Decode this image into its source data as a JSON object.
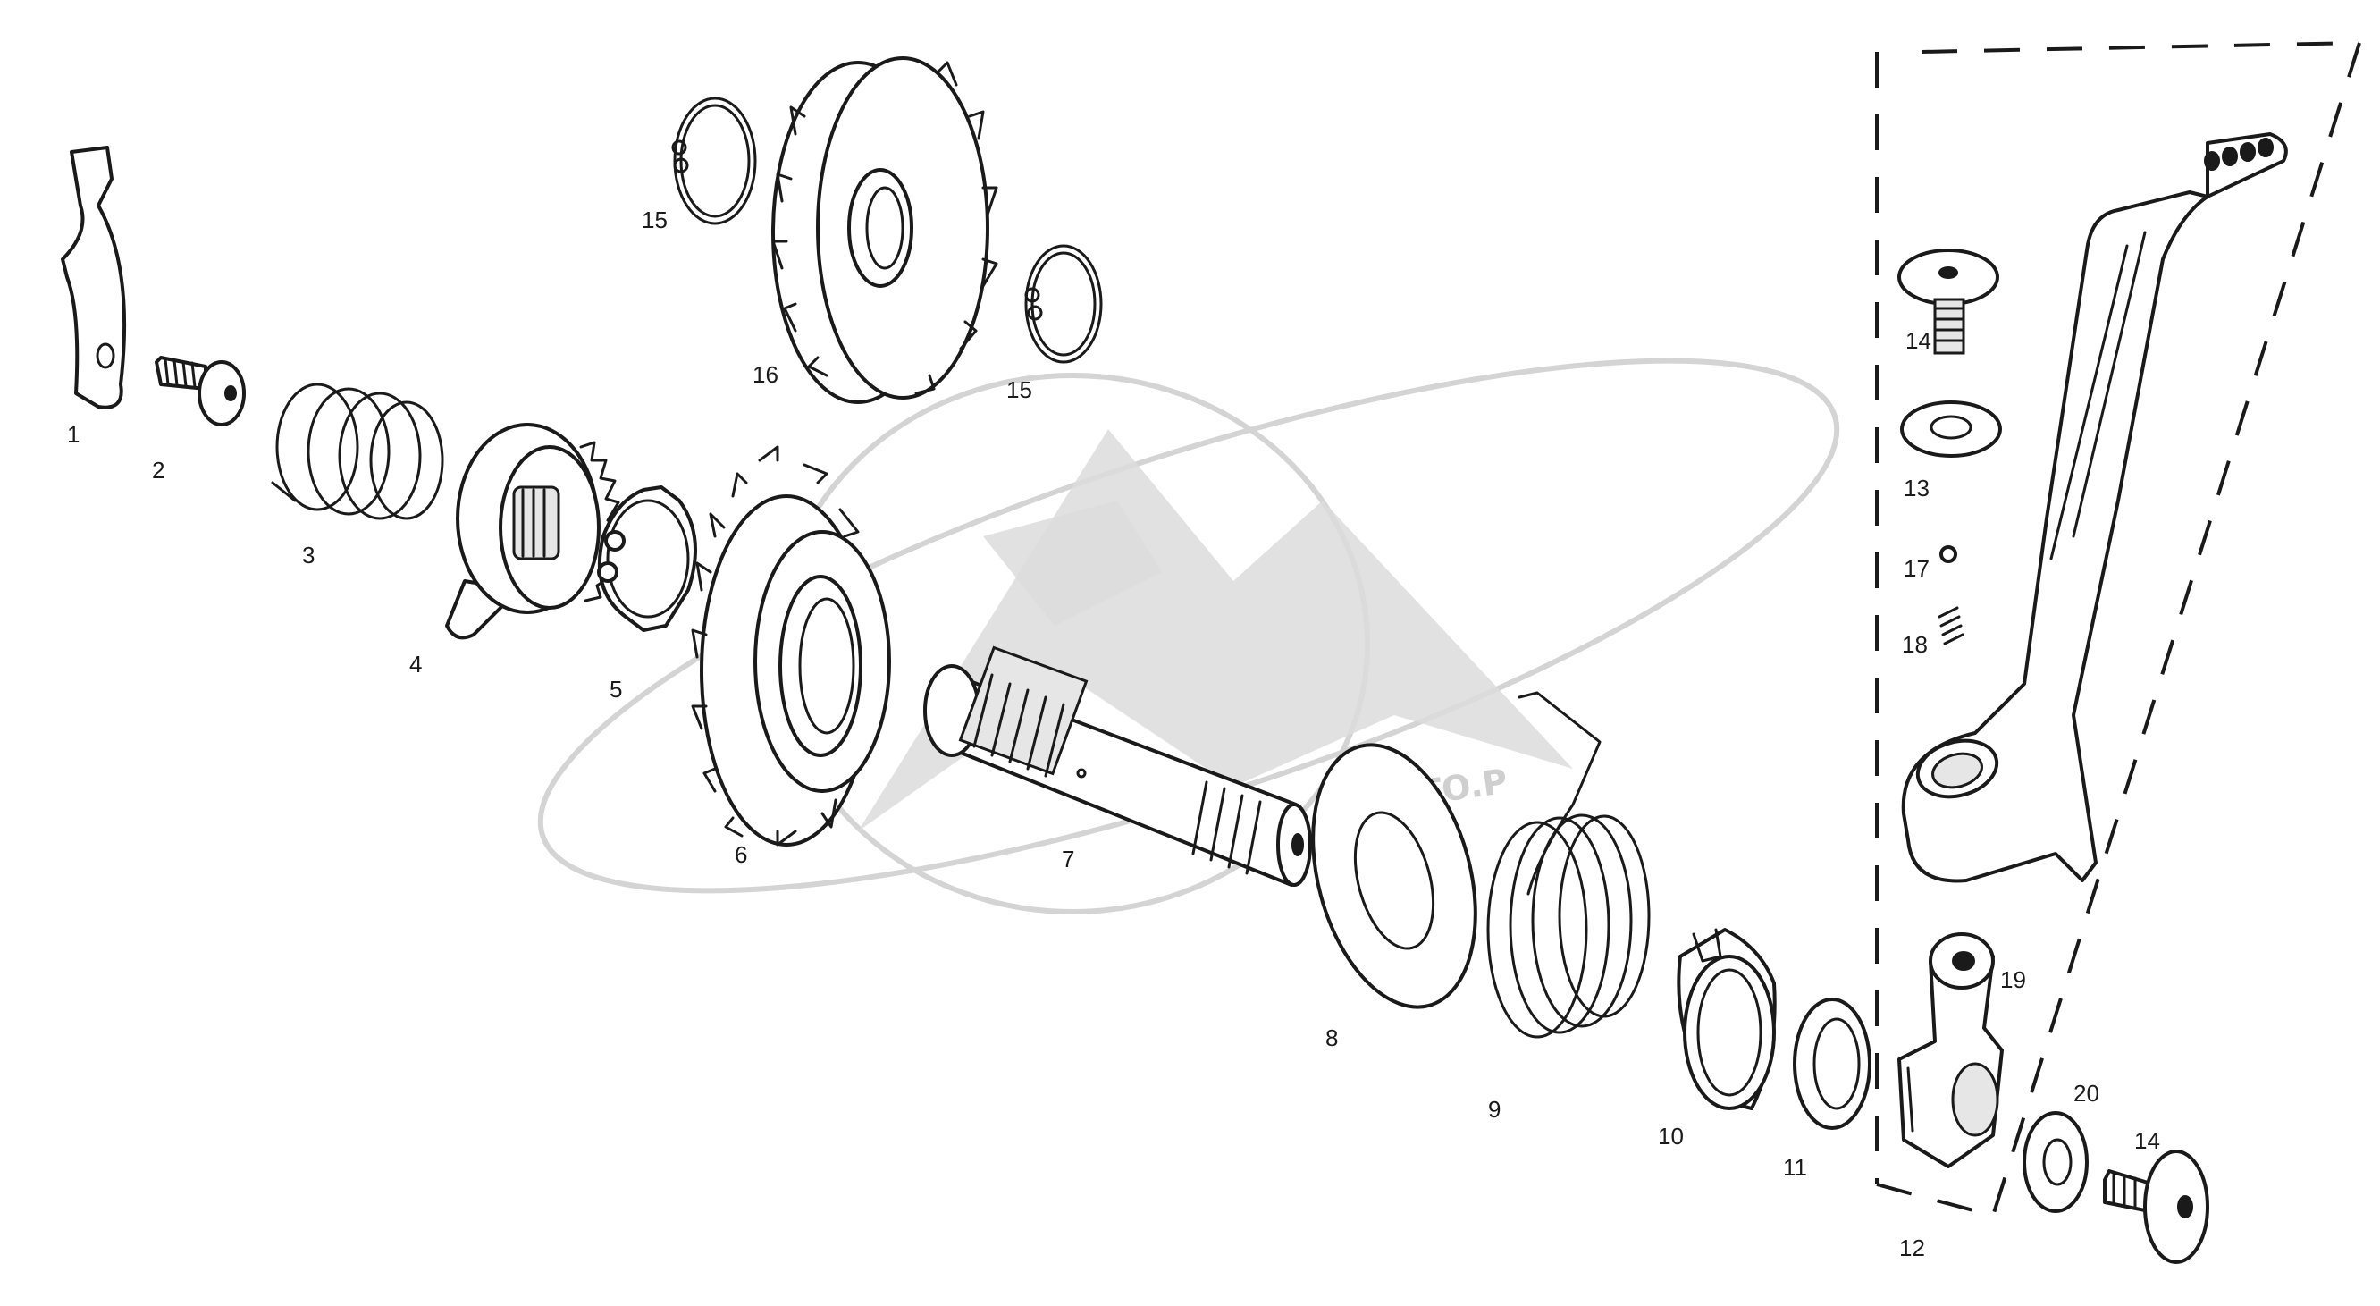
{
  "labels": {
    "p1": "1",
    "p2": "2",
    "p3": "3",
    "p4": "4",
    "p5": "5",
    "p6": "6",
    "p7": "7",
    "p8": "8",
    "p9": "9",
    "p10": "10",
    "p11": "11",
    "p12": "12",
    "p13": "13",
    "p14a": "14",
    "p14b": "14",
    "p15a": "15",
    "p15b": "15",
    "p16": "16",
    "p17": "17",
    "p18": "18",
    "p19": "19",
    "p20": "20"
  },
  "watermark": {
    "text": "MOTO.P"
  },
  "colors": {
    "ink": "#1a1a1a",
    "watermark": "#d4d4d4",
    "background": "#ffffff"
  }
}
